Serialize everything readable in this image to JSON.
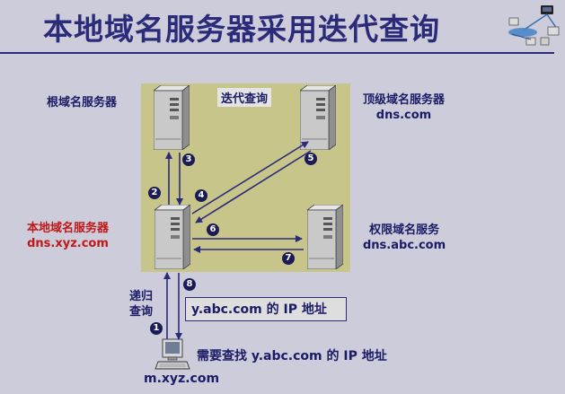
{
  "title": "本地域名服务器采用迭代查询",
  "iterative_label": "迭代查询",
  "servers": {
    "root": {
      "name": "根域名服务器"
    },
    "tld": {
      "name": "顶级域名服务器",
      "domain": "dns.com"
    },
    "local": {
      "name": "本地域名服务器",
      "domain": "dns.xyz.com"
    },
    "auth": {
      "name": "权限域名服务",
      "domain": "dns.abc.com"
    }
  },
  "client": {
    "domain": "m.xyz.com",
    "query_text": "需要查找 y.abc.com 的 IP 地址"
  },
  "recursive_label": [
    "递归",
    "查询"
  ],
  "answer_box": "y.abc.com 的 IP 地址",
  "steps": [
    "1",
    "2",
    "3",
    "4",
    "5",
    "6",
    "7",
    "8"
  ],
  "colors": {
    "arrow": "#2b2b7a",
    "panel": "#c7c58a",
    "background": "#ccccda",
    "local_label": "#c01818"
  },
  "icons": [
    "network-clipart-icon",
    "server-icon",
    "computer-icon"
  ]
}
